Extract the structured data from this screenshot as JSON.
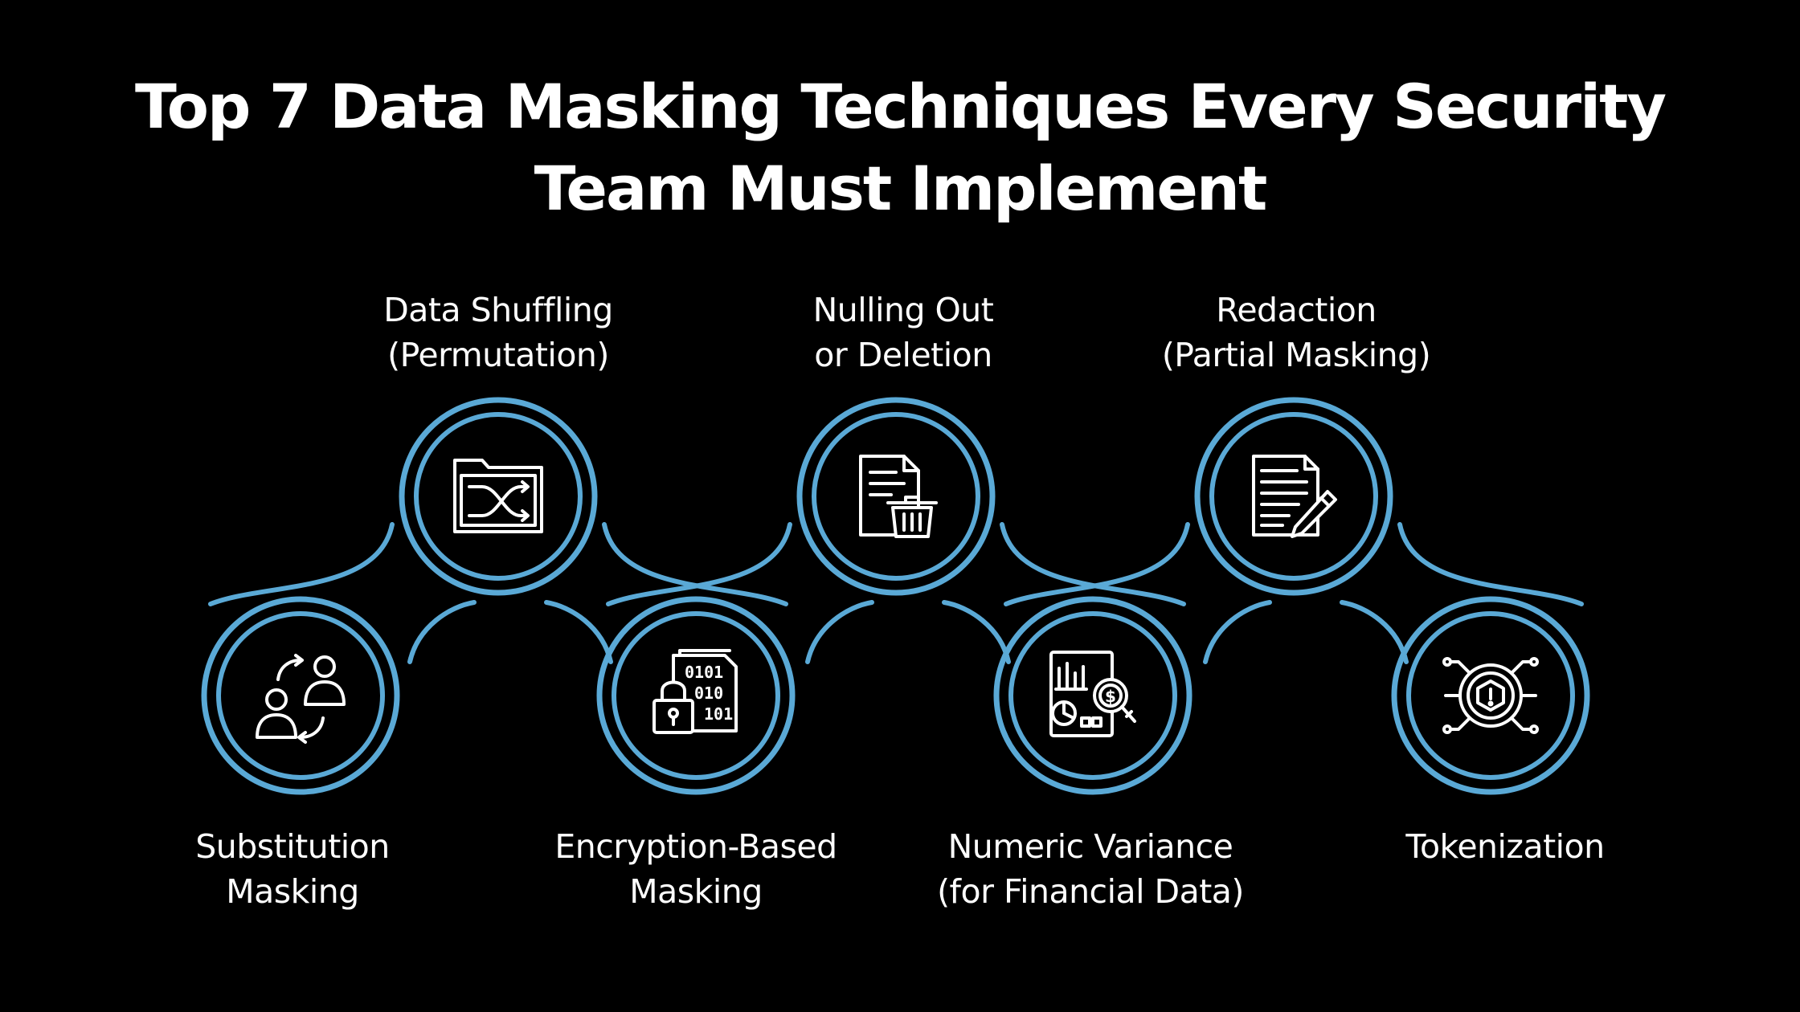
{
  "title": {
    "line1": "Top 7 Data Masking Techniques Every Security",
    "line2": "Team Must Implement"
  },
  "colors": {
    "background": "#000000",
    "ring": "#5aa9d6",
    "text": "#ffffff",
    "icon": "#ffffff"
  },
  "techniques": [
    {
      "line1": "Substitution",
      "line2": "Masking",
      "icon": "user-swap-icon"
    },
    {
      "line1": "Data Shuffling",
      "line2": "(Permutation)",
      "icon": "folder-shuffle-icon"
    },
    {
      "line1": "Encryption-Based",
      "line2": "Masking",
      "icon": "encrypted-file-lock-icon"
    },
    {
      "line1": "Nulling Out",
      "line2": "or Deletion",
      "icon": "file-trash-icon"
    },
    {
      "line1": "Numeric Variance",
      "line2": "(for Financial Data)",
      "icon": "financial-report-search-icon"
    },
    {
      "line1": "Redaction",
      "line2": "(Partial Masking)",
      "icon": "document-pen-icon"
    },
    {
      "line1": "Tokenization",
      "line2": "",
      "icon": "token-chip-icon"
    }
  ]
}
